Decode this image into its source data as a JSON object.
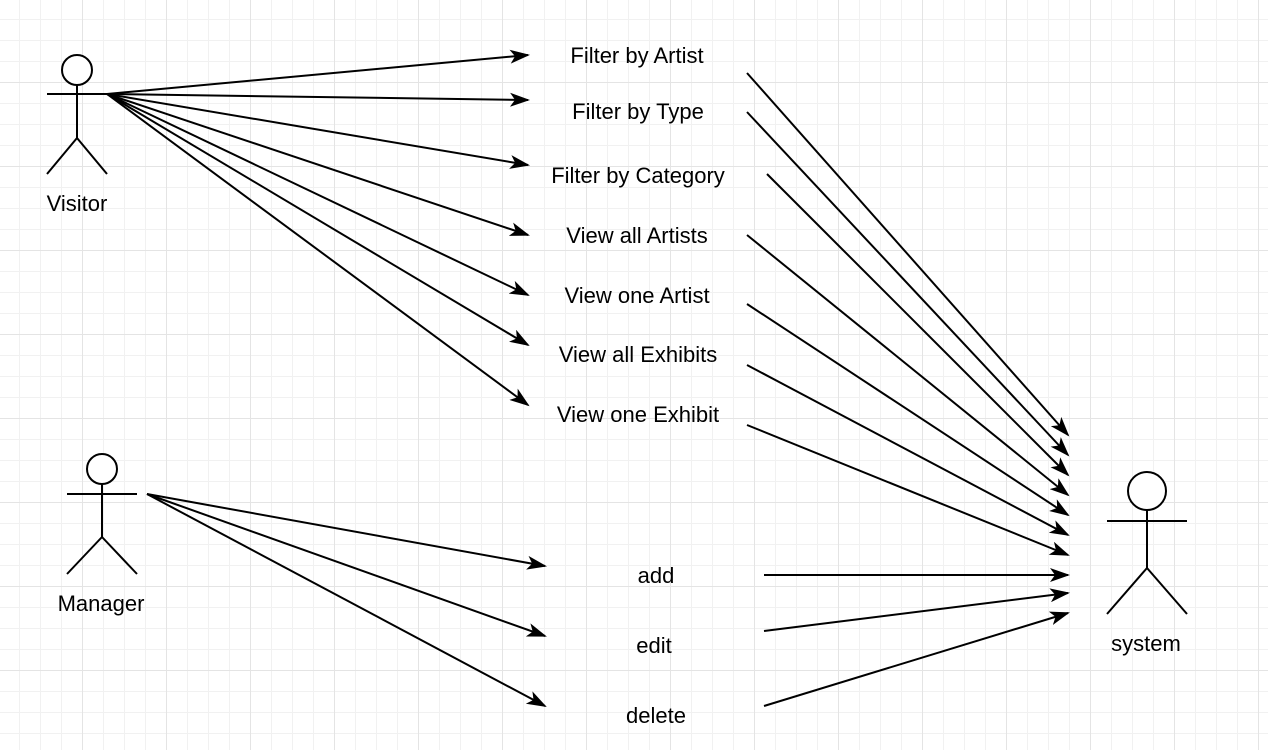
{
  "actors": {
    "visitor": {
      "label": "Visitor"
    },
    "manager": {
      "label": "Manager"
    },
    "system": {
      "label": "system"
    }
  },
  "use_cases": {
    "filter_artist": "Filter by Artist",
    "filter_type": "Filter by Type",
    "filter_category": "Filter by Category",
    "view_all_artists": "View all Artists",
    "view_one_artist": "View one Artist",
    "view_all_exhibits": "View all Exhibits",
    "view_one_exhibit": "View one Exhibit",
    "add": "add",
    "edit": "edit",
    "delete": "delete"
  }
}
